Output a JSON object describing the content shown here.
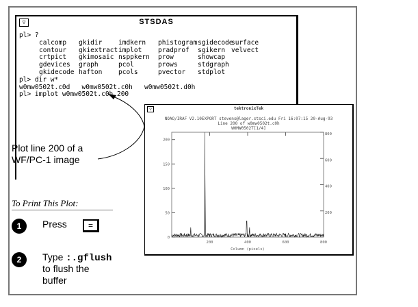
{
  "terminal": {
    "title": "STSDAS",
    "menu_icon": "triangle-down",
    "prompt1": "pl> ?",
    "tasks": [
      "calcomp",
      "gkidir",
      "imdkern",
      "phistogram",
      "sgidecode",
      "surface",
      "contour",
      "gkiextract",
      "implot",
      "pradprof",
      "sgikern",
      "velvect",
      "crtpict",
      "gkimosaic",
      "nsppkern",
      "prow",
      "showcap",
      "",
      "gdevices",
      "graph",
      "pcol",
      "prows",
      "stdgraph",
      "",
      "gkidecode",
      "hafton",
      "pcols",
      "pvector",
      "stdplot",
      ""
    ],
    "prompt2": "pl> dir w*",
    "files": "w0mw0502t.c0d   w0mw0502t.c0h   w0mw0502t.d0h",
    "prompt3": "pl> implot w0mw0502t.c0h 200"
  },
  "plot_window": {
    "title": "tektronixTek",
    "header1": "NOAO/IRAF V2.10EXPORT stevens@lager.stsci.edu Fri 16:07:15 20-Aug-93",
    "header2": "Line 200 of w0mw0502t.c0h",
    "header3": "W0MW0502T[1/4]"
  },
  "annotation": {
    "line1": "Plot line 200 of a",
    "line2": "WF/PC-1 image"
  },
  "instructions": {
    "heading": "To Print This Plot:",
    "step1_num": "1",
    "step1_text": "Press",
    "key_label": "=",
    "step2_num": "2",
    "step2_text": "Type",
    "step2_cmd": ":.gflush",
    "step2_rest1": "to flush the",
    "step2_rest2": "buffer"
  },
  "chart_data": {
    "type": "line",
    "xlabel": "Column (pixels)",
    "xlim": [
      0,
      800
    ],
    "ylim": [
      0,
      215
    ],
    "y2lim": [
      0,
      800
    ],
    "xticks": [
      "200",
      "400",
      "600",
      "800"
    ],
    "yticks": [
      "0",
      "50",
      "100",
      "150",
      "200"
    ],
    "y2ticks": [
      "200",
      "400",
      "600",
      "800"
    ],
    "baseline_noise": [
      0,
      8
    ],
    "peaks": [
      {
        "x": 100,
        "y": 20
      },
      {
        "x": 175,
        "y": 215
      },
      {
        "x": 176,
        "y": 110
      },
      {
        "x": 395,
        "y": 33
      },
      {
        "x": 410,
        "y": 20
      }
    ]
  }
}
